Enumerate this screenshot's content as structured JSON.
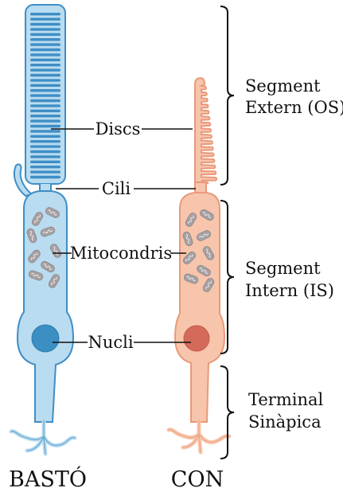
{
  "labels": {
    "discs": "Discs",
    "cili": "Cili",
    "mitocondris": "Mitocondris",
    "nucli": "Nucli"
  },
  "regions": {
    "outer_segment": [
      "Segment",
      "Extern (OS)"
    ],
    "inner_segment": [
      "Segment",
      "Intern (IS)"
    ],
    "synaptic_terminal": [
      "Terminal",
      "Sinàpica"
    ]
  },
  "cells": {
    "rod": "BASTÓ",
    "cone": "CON"
  },
  "colors": {
    "rod_fill": "#b9dcf0",
    "rod_stroke": "#3f8ec5",
    "rod_nucleus": "#3b8fc3",
    "cone_fill": "#f7c5ab",
    "cone_stroke": "#e9997a",
    "cone_nucleus": "#d46a5a",
    "mitochondria": "#a7a1a4"
  }
}
